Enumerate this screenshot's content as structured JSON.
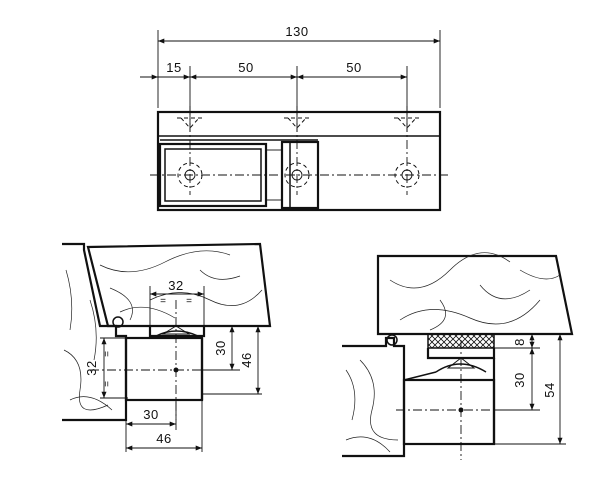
{
  "top_view": {
    "overall_width": "130",
    "left_offset": "15",
    "hole_spacing_1": "50",
    "hole_spacing_2": "50"
  },
  "left_section": {
    "label_width_top": "32",
    "label_height_side": "32",
    "equal_marks": "=",
    "label_hinge_height": "30",
    "label_total_height": "46",
    "label_bottom_inner": "30",
    "label_bottom_outer": "46"
  },
  "right_section": {
    "label_gasket": "8",
    "label_body": "30",
    "label_total": "54"
  }
}
